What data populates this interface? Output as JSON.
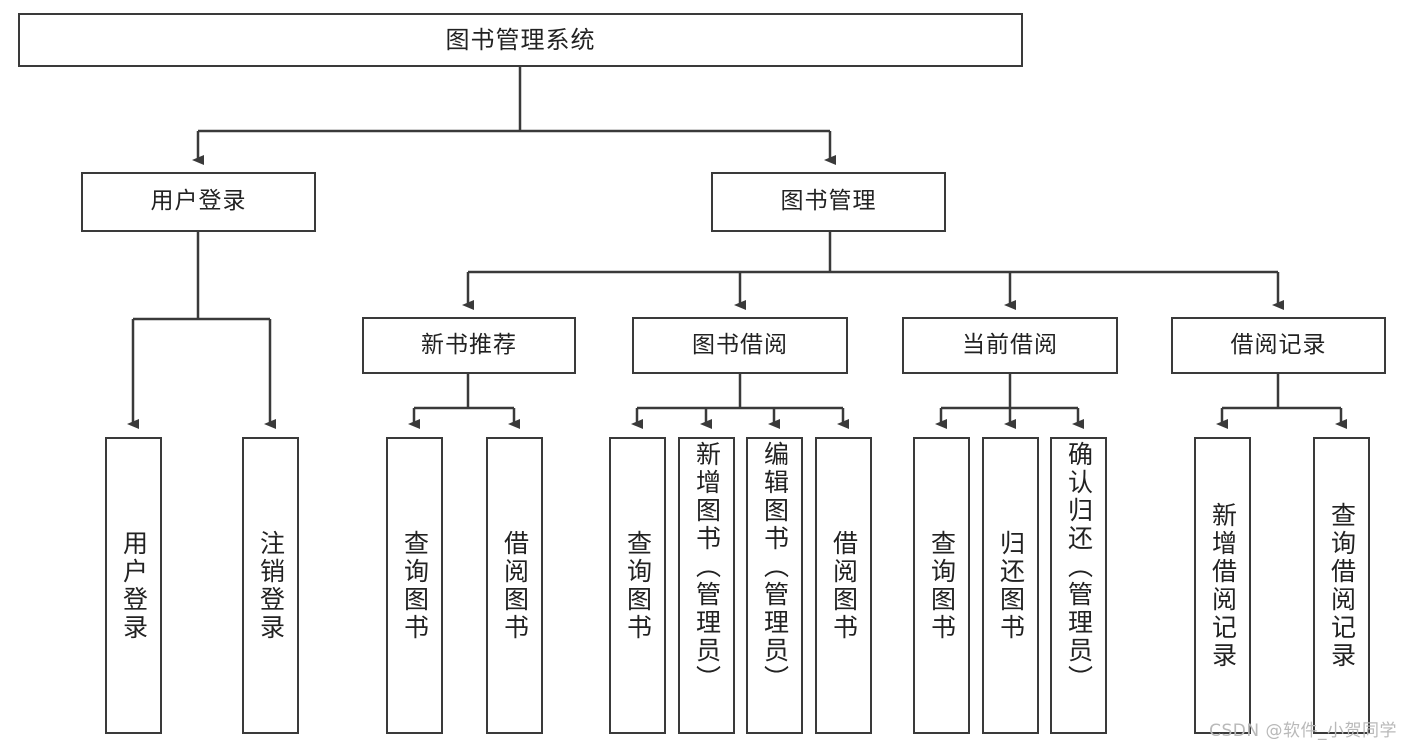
{
  "diagram": {
    "title": "图书管理系统",
    "type": "tree",
    "watermark": "CSDN @软件_小贺同学",
    "colors": {
      "box_border": "#3a3a3a",
      "line": "#3a3a3a",
      "text": "#222222",
      "background": "#ffffff",
      "watermark": "#b9b9b9"
    },
    "levels": {
      "root": "图书管理系统",
      "level2": [
        "用户登录",
        "图书管理"
      ],
      "level3": [
        "新书推荐",
        "图书借阅",
        "当前借阅",
        "借阅记录"
      ]
    },
    "nodes": {
      "root": {
        "label": "图书管理系统"
      },
      "user_login": {
        "label": "用户登录"
      },
      "book_manage": {
        "label": "图书管理"
      },
      "new_book_rec": {
        "label": "新书推荐"
      },
      "book_borrow": {
        "label": "图书借阅"
      },
      "current_borrow": {
        "label": "当前借阅"
      },
      "borrow_record": {
        "label": "借阅记录"
      },
      "leaf_user_login": {
        "label": "用户登录"
      },
      "leaf_user_logout": {
        "label": "注销登录"
      },
      "leaf_rec_query": {
        "label": "查询图书"
      },
      "leaf_rec_borrow": {
        "label": "借阅图书"
      },
      "leaf_bb_query": {
        "label": "查询图书"
      },
      "leaf_bb_add": {
        "label": "新增图书（管理员）"
      },
      "leaf_bb_edit": {
        "label": "编辑图书（管理员）"
      },
      "leaf_bb_borrow": {
        "label": "借阅图书"
      },
      "leaf_cb_query": {
        "label": "查询图书"
      },
      "leaf_cb_return": {
        "label": "归还图书"
      },
      "leaf_cb_confirm": {
        "label": "确认归还（管理员）"
      },
      "leaf_br_add": {
        "label": "新增借阅记录"
      },
      "leaf_br_query": {
        "label": "查询借阅记录"
      }
    }
  }
}
